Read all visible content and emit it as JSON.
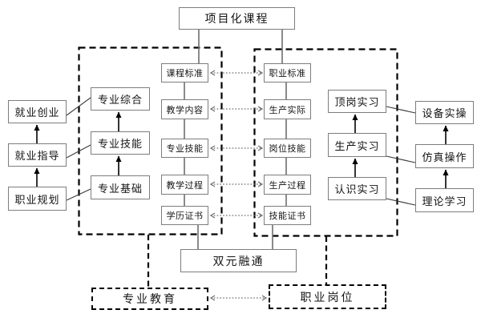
{
  "title": "项目化课程",
  "columns": {
    "employment": [
      "就业创业",
      "就业指导",
      "职业规划"
    ],
    "major": [
      "专业综合",
      "专业技能",
      "专业基础"
    ],
    "teaching": [
      "课程标准",
      "教学内容",
      "专业技能",
      "教学过程",
      "学历证书"
    ],
    "production": [
      "职业标准",
      "生产实际",
      "岗位技能",
      "生产过程",
      "技能证书"
    ],
    "practice": [
      "顶岗实习",
      "生产实习",
      "认识实习"
    ],
    "operation": [
      "设备实操",
      "仿真操作",
      "理论学习"
    ]
  },
  "fusion": "双元融通",
  "footer": {
    "left": "专业教育",
    "right": "职业岗位"
  },
  "colors": {
    "box_border": "#7d7d7d",
    "solid_line": "#6e6e6e",
    "diagonal_line": "#3a3a3a",
    "arrow": "#000000",
    "dotted_arrow": "#6e6e6e",
    "dashed_frame": "#000000",
    "background": "#ffffff"
  }
}
